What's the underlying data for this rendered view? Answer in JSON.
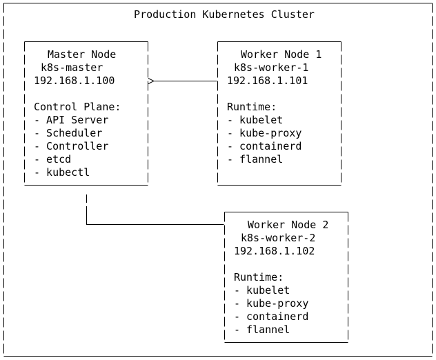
{
  "cluster": {
    "title": "Production Kubernetes Cluster"
  },
  "nodes": {
    "master": {
      "role": "Master Node",
      "hostname": "k8s-master",
      "ip": "192.168.1.100",
      "section": "Control Plane:",
      "components": [
        "- API Server",
        "- Scheduler",
        "- Controller",
        "- etcd",
        "- kubectl"
      ]
    },
    "worker1": {
      "role": "Worker Node 1",
      "hostname": "k8s-worker-1",
      "ip": "192.168.1.101",
      "section": "Runtime:",
      "components": [
        "- kubelet",
        "- kube-proxy",
        "- containerd",
        "- flannel"
      ]
    },
    "worker2": {
      "role": "Worker Node 2",
      "hostname": "k8s-worker-2",
      "ip": "192.168.1.102",
      "section": "Runtime:",
      "components": [
        "- kubelet",
        "- kube-proxy",
        "- containerd",
        "- flannel"
      ]
    }
  },
  "colors": {
    "line": "#000000",
    "background": "#ffffff",
    "text": "#000000"
  }
}
